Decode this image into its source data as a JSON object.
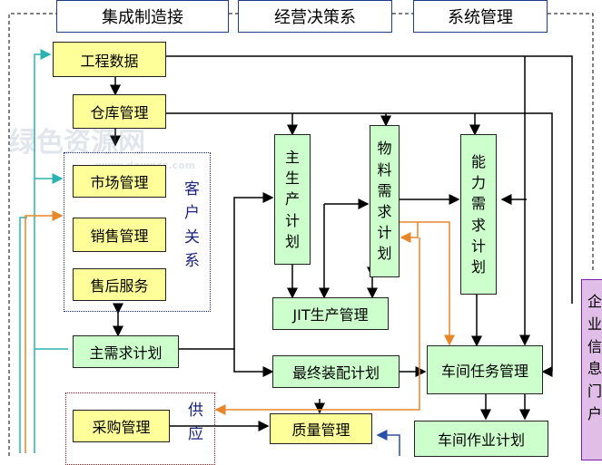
{
  "header": {
    "items": [
      "集成制造接",
      "经营决策系",
      "系统管理"
    ]
  },
  "left_column": {
    "engineering_data": "工程数据",
    "warehouse": "仓库管理",
    "market": "市场管理",
    "sales": "销售管理",
    "after_sales": "售后服务",
    "master_demand": "主需求计划",
    "purchase": "采购管理"
  },
  "groups": {
    "customer_relation": [
      "客",
      "户",
      "关",
      "系"
    ],
    "supply": [
      "供",
      "应"
    ]
  },
  "planning": {
    "master_production": [
      "主",
      "生",
      "产",
      "计",
      "划"
    ],
    "material_requirement": [
      "物",
      "料",
      "需",
      "求",
      "计",
      "划"
    ],
    "capacity_requirement": [
      "能",
      "力",
      "需",
      "求",
      "计",
      "划"
    ],
    "jit": "JIT生产管理",
    "final_assembly": "最终装配计划",
    "workshop_task": "车间任务管理",
    "quality": "质量管理",
    "workshop_job": "车间作业计划"
  },
  "portal": [
    "企",
    "业",
    "信",
    "息",
    "门",
    "户"
  ],
  "watermark": {
    "main": "绿色资源网",
    "sub": "www.downcc.com"
  },
  "colors": {
    "yellow": "#ffff99",
    "green": "#ccffcc",
    "purple": "#e1bee7",
    "arrow_orange": "#e8862a",
    "arrow_teal": "#2bb3b1",
    "arrow_blue": "#2a4fa8"
  }
}
